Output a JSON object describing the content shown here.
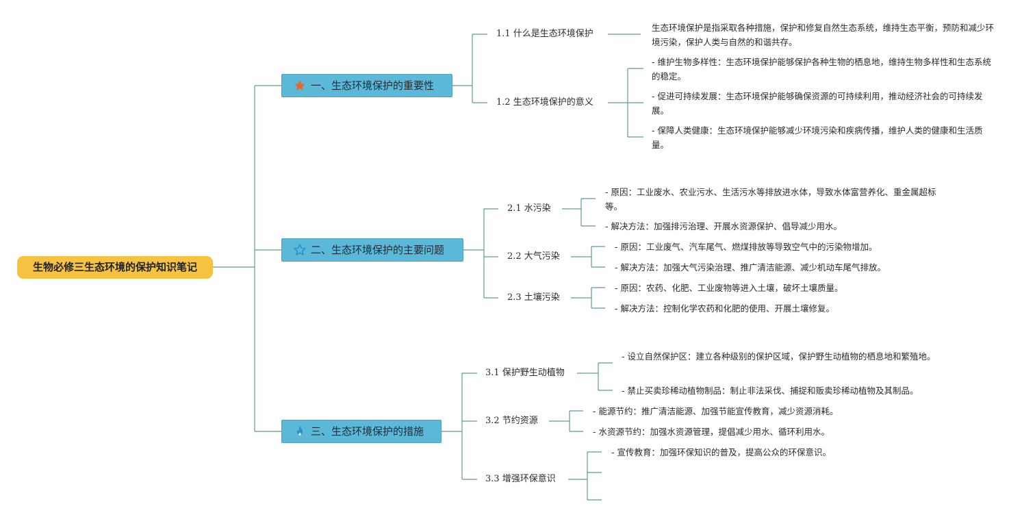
{
  "root": {
    "label": "生物必修三生态环境的保护知识笔记"
  },
  "colors": {
    "root": "#f5c242",
    "main": "#5bb8d9",
    "line": "#5f9a94",
    "star_filled": "#e06a2c",
    "star_outline": "#2a8fd4",
    "flame": "#2a8fd4"
  },
  "topics": [
    {
      "label": "一、生态环境保护的重要性",
      "icon": "star-filled-icon",
      "subs": [
        {
          "label": "1.1 什么是生态环境保护",
          "leaves": [
            "生态环境保护是指采取各种措施，保护和修复自然生态系统，维持生态平衡，预防和减少环境污染，保护人类与自然的和谐共存。"
          ]
        },
        {
          "label": "1.2 生态环境保护的意义",
          "leaves": [
            "- 维护生物多样性：生态环境保护能够保护各种生物的栖息地，维持生物多样性和生态系统的稳定。",
            "- 促进可持续发展：生态环境保护能够确保资源的可持续利用，推动经济社会的可持续发展。",
            "- 保障人类健康：生态环境保护能够减少环境污染和疾病传播，维护人类的健康和生活质量。"
          ]
        }
      ]
    },
    {
      "label": "二、生态环境保护的主要问题",
      "icon": "star-outline-icon",
      "subs": [
        {
          "label": "2.1 水污染",
          "leaves": [
            "- 原因：工业废水、农业污水、生活污水等排放进水体，导致水体富营养化、重金属超标等。",
            "- 解决方法：加强排污治理、开展水资源保护、倡导减少用水。"
          ]
        },
        {
          "label": "2.2 大气污染",
          "leaves": [
            "- 原因：工业废气、汽车尾气、燃煤排放等导致空气中的污染物增加。",
            "- 解决方法：加强大气污染治理、推广清洁能源、减少机动车尾气排放。"
          ]
        },
        {
          "label": "2.3 土壤污染",
          "leaves": [
            "- 原因：农药、化肥、工业废物等进入土壤，破坏土壤质量。",
            "- 解决方法：控制化学农药和化肥的使用、开展土壤修复。"
          ]
        }
      ]
    },
    {
      "label": "三、生态环境保护的措施",
      "icon": "flame-icon",
      "subs": [
        {
          "label": "3.1 保护野生动植物",
          "leaves": [
            "- 设立自然保护区：建立各种级别的保护区域，保护野生动植物的栖息地和繁殖地。",
            "- 禁止买卖珍稀动植物制品：制止非法采伐、捕捉和贩卖珍稀动植物及其制品。"
          ]
        },
        {
          "label": "3.2 节约资源",
          "leaves": [
            "- 能源节约：推广清洁能源、加强节能宣传教育，减少资源消耗。",
            "- 水资源节约：加强水资源管理，提倡减少用水、循环利用水。"
          ]
        },
        {
          "label": "3.3 增强环保意识",
          "leaves": [
            "- 宣传教育：加强环保知识的普及，提高公众的环保意识。",
            "",
            ""
          ]
        }
      ]
    }
  ]
}
